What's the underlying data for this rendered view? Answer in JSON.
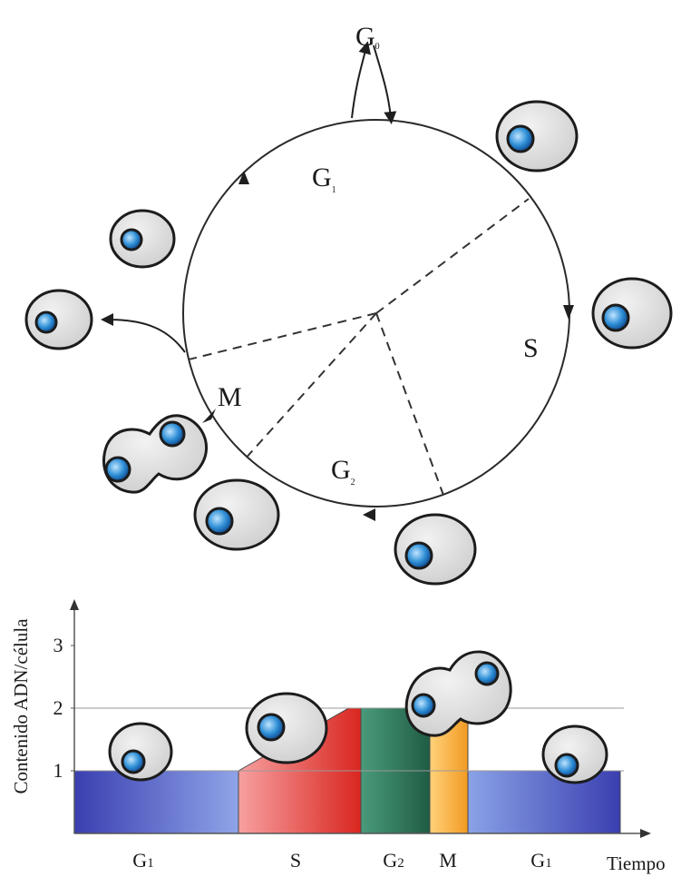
{
  "cycle": {
    "g0_label": "G",
    "g0_sub": "0",
    "g1_label": "G",
    "g1_sub": "1",
    "s_label": "S",
    "g2_label": "G",
    "g2_sub": "2",
    "m_label": "M"
  },
  "chart_data": {
    "type": "area",
    "ylabel": "Contenido ADN/célula",
    "xlabel": "Tiempo",
    "y_ticks": [
      "1",
      "2",
      "3"
    ],
    "ylim": [
      0,
      3.5
    ],
    "phases": [
      {
        "label": "G1",
        "dna_start": 1,
        "dna_end": 1,
        "color": "#4a4fc0"
      },
      {
        "label": "S",
        "dna_start": 1,
        "dna_end": 2,
        "color": "#e53a35"
      },
      {
        "label": "G2",
        "dna_start": 2,
        "dna_end": 2,
        "color": "#2e7a5c"
      },
      {
        "label": "M",
        "dna_start": 2,
        "dna_end": 2,
        "color": "#f2a531"
      },
      {
        "label": "G1",
        "dna_start": 1,
        "dna_end": 1,
        "color": "#4a4fc0"
      }
    ],
    "phase_labels": [
      {
        "base": "G",
        "sub": "1"
      },
      {
        "base": "S",
        "sub": ""
      },
      {
        "base": "G",
        "sub": "2"
      },
      {
        "base": "M",
        "sub": ""
      },
      {
        "base": "G",
        "sub": "1"
      }
    ]
  }
}
